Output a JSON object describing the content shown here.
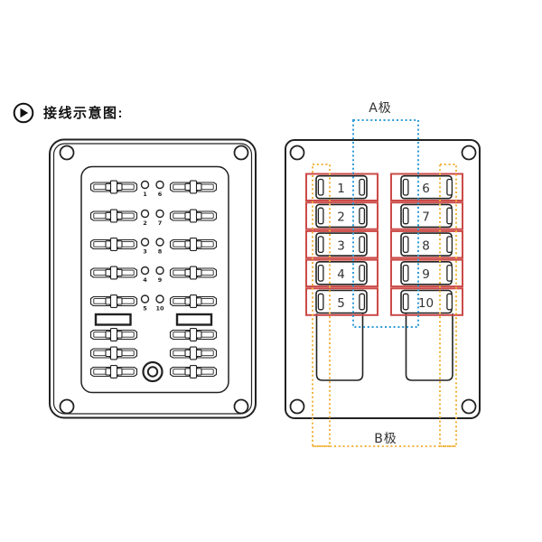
{
  "header": {
    "title": "接线示意图:",
    "icon": "play-circle-icon"
  },
  "left_panel": {
    "rows": [
      {
        "left_no": "1",
        "right_no": "6"
      },
      {
        "left_no": "2",
        "right_no": "7"
      },
      {
        "left_no": "3",
        "right_no": "8"
      },
      {
        "left_no": "4",
        "right_no": "9"
      },
      {
        "left_no": "5",
        "right_no": "10"
      }
    ]
  },
  "right_panel": {
    "pole_a_label": "A极",
    "pole_b_label": "B极",
    "left_column": [
      "1",
      "2",
      "3",
      "4",
      "5"
    ],
    "right_column": [
      "6",
      "7",
      "8",
      "9",
      "10"
    ]
  },
  "colors": {
    "line": "#222222",
    "red": "#cb4a47",
    "blue": "#2f9bd8",
    "yellow": "#f2b33c",
    "text": "#333333"
  }
}
